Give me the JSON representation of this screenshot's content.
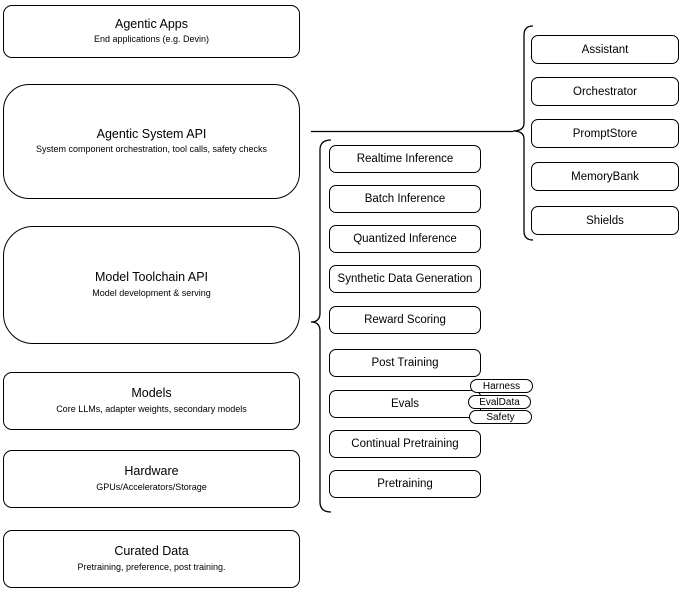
{
  "diagram": {
    "stack": [
      {
        "title": "Agentic Apps",
        "subtitle": "End applications (e.g. Devin)"
      },
      {
        "title": "Agentic System API",
        "subtitle": "System component orchestration, tool calls, safety checks"
      },
      {
        "title": "Model Toolchain API",
        "subtitle": "Model development & serving"
      },
      {
        "title": "Models",
        "subtitle": "Core LLMs, adapter weights, secondary models"
      },
      {
        "title": "Hardware",
        "subtitle": "GPUs/Accelerators/Storage"
      },
      {
        "title": "Curated Data",
        "subtitle": "Pretraining, preference, post training."
      }
    ],
    "toolchain_items": [
      "Realtime Inference",
      "Batch Inference",
      "Quantized Inference",
      "Synthetic Data Generation",
      "Reward Scoring",
      "Post Training",
      "Evals",
      "Continual Pretraining",
      "Pretraining"
    ],
    "eval_tags": [
      "Harness",
      "EvalData",
      "Safety"
    ],
    "components": [
      "Assistant",
      "Orchestrator",
      "PromptStore",
      "MemoryBank",
      "Shields"
    ],
    "colors": {
      "background": "#ffffff",
      "box_fill": "#ffffff",
      "stroke": "#000000",
      "text": "#000000"
    }
  }
}
